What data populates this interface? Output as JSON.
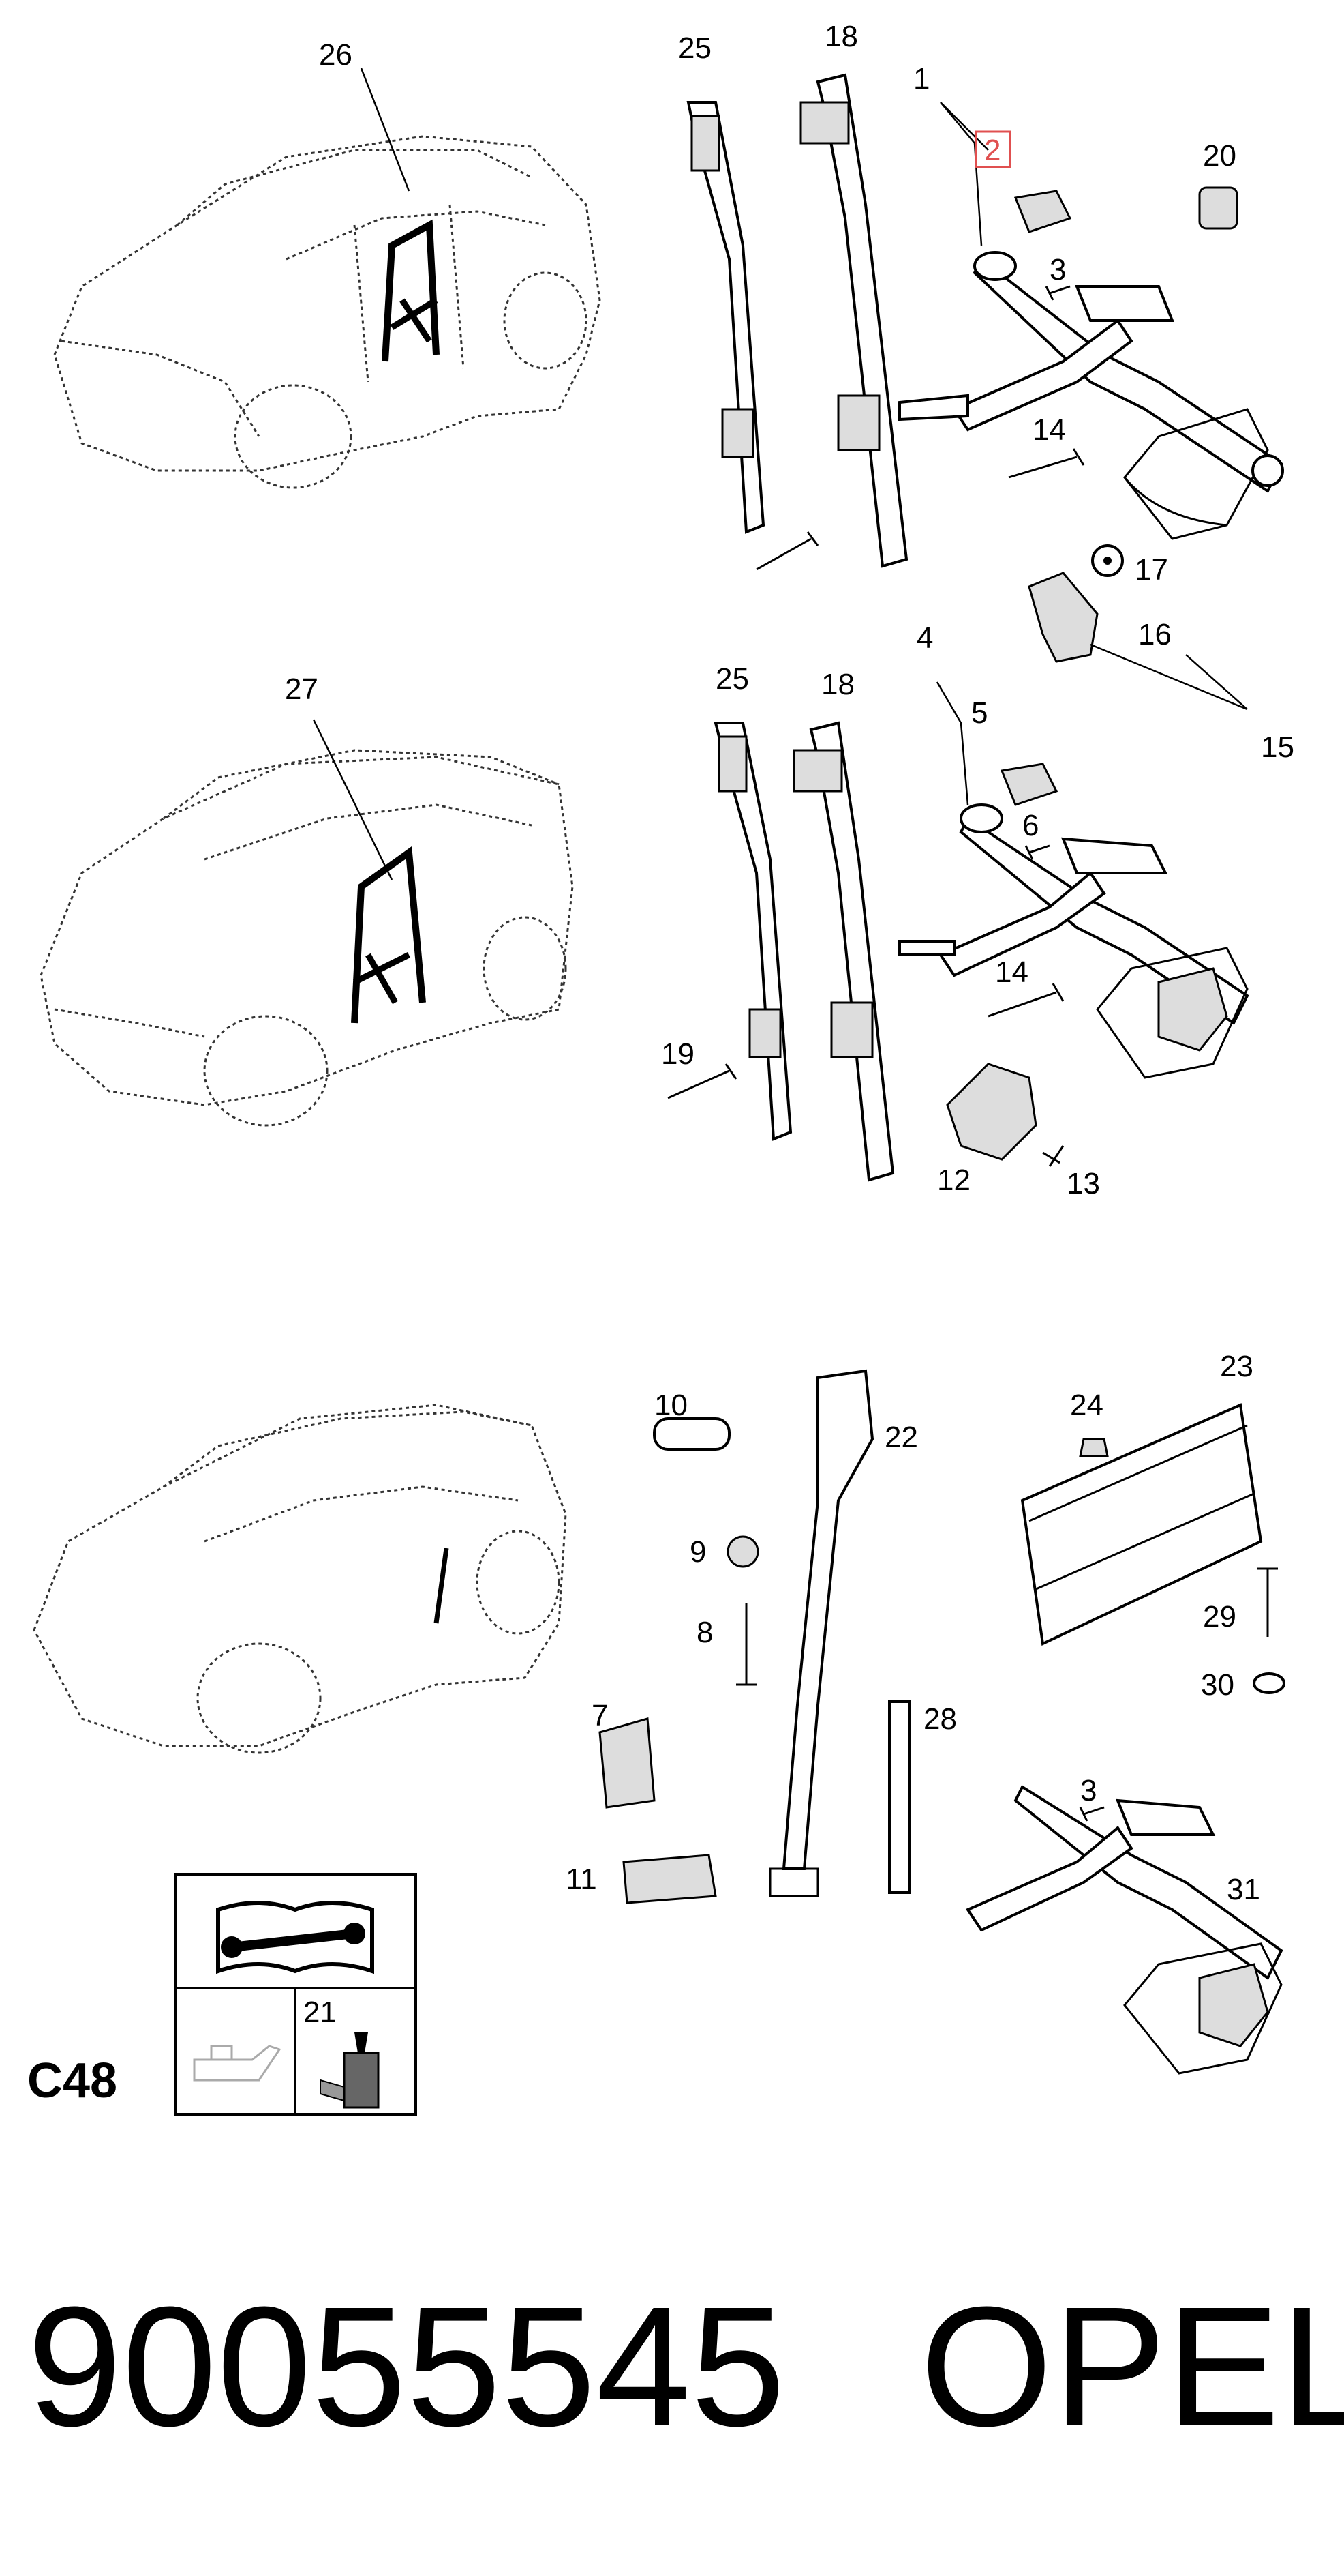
{
  "callouts": [
    {
      "id": "c26a",
      "text": "26"
    },
    {
      "id": "c25a",
      "text": "25"
    },
    {
      "id": "c18a",
      "text": "18"
    },
    {
      "id": "c1",
      "text": "1"
    },
    {
      "id": "c2",
      "text": "2"
    },
    {
      "id": "c20",
      "text": "20"
    },
    {
      "id": "c3a",
      "text": "3"
    },
    {
      "id": "c14a",
      "text": "14"
    },
    {
      "id": "c17",
      "text": "17"
    },
    {
      "id": "c16",
      "text": "16"
    },
    {
      "id": "c15",
      "text": "15"
    },
    {
      "id": "c27",
      "text": "27"
    },
    {
      "id": "c25b",
      "text": "25"
    },
    {
      "id": "c18b",
      "text": "18"
    },
    {
      "id": "c4",
      "text": "4"
    },
    {
      "id": "c5",
      "text": "5"
    },
    {
      "id": "c6",
      "text": "6"
    },
    {
      "id": "c14b",
      "text": "14"
    },
    {
      "id": "c19",
      "text": "19"
    },
    {
      "id": "c12",
      "text": "12"
    },
    {
      "id": "c13",
      "text": "13"
    },
    {
      "id": "c10",
      "text": "10"
    },
    {
      "id": "c22",
      "text": "22"
    },
    {
      "id": "c23",
      "text": "23"
    },
    {
      "id": "c24",
      "text": "24"
    },
    {
      "id": "c9",
      "text": "9"
    },
    {
      "id": "c8",
      "text": "8"
    },
    {
      "id": "c29",
      "text": "29"
    },
    {
      "id": "c30",
      "text": "30"
    },
    {
      "id": "c7",
      "text": "7"
    },
    {
      "id": "c28",
      "text": "28"
    },
    {
      "id": "c3b",
      "text": "3"
    },
    {
      "id": "c11",
      "text": "11"
    },
    {
      "id": "c31",
      "text": "31"
    },
    {
      "id": "c21",
      "text": "21"
    }
  ],
  "highlight_callout": "2",
  "highlight_color": "#e05050",
  "page_code": "C48",
  "part_number": "90055545",
  "brand": "OPEL",
  "legend_icons": [
    "manual-book-wrench-icon",
    "oil-can-icon",
    "adhesive-bottle-icon"
  ]
}
